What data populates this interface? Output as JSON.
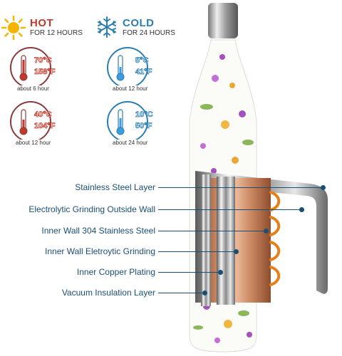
{
  "hot": {
    "title": "HOT",
    "subtitle": "FOR 12 HOURS",
    "color": "#c0392b"
  },
  "cold": {
    "title": "COLD",
    "subtitle": "FOR 24 HOURS",
    "color": "#2a7fb0"
  },
  "gauges": [
    {
      "c": "70°C",
      "f": "158°F",
      "caption": "about 6 hour"
    },
    {
      "c": "5°C",
      "f": "41°F",
      "caption": "about 12 hour"
    },
    {
      "c": "40°C",
      "f": "104°F",
      "caption": "about 12 hour"
    },
    {
      "c": "10°C",
      "f": "50°F",
      "caption": "about 24 hour"
    }
  ],
  "layers": [
    "Stainless Steel Layer",
    "Electrolytic Grinding Outside Wall",
    "Inner Wall 304 Stainless Steel",
    "Inner Wall Eletroytic Grinding",
    "Inner Copper Plating",
    "Vacuum Insulation Layer"
  ]
}
